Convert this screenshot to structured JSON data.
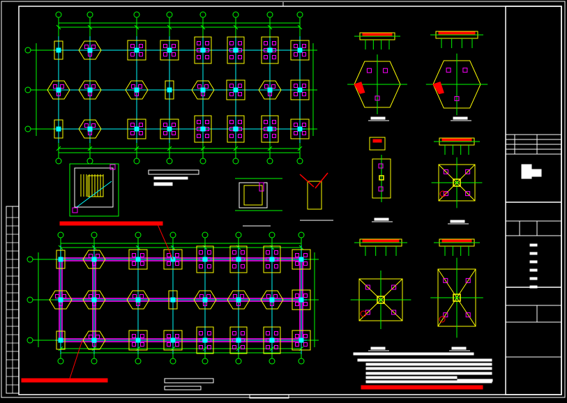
{
  "drawing": {
    "background": "#000000",
    "border_color": "#ffffff",
    "colors": {
      "grid": "#00ff00",
      "axis_line": "#00ffff",
      "footing": "#ffff00",
      "pile": "#ff00ff",
      "beam": "#ff00ff",
      "highlight": "#ff0000",
      "text": "#ffffff"
    },
    "plan_top": {
      "title": "",
      "scale": ""
    },
    "plan_bottom": {
      "title": "",
      "scale": ""
    },
    "details": [
      {
        "id": "ZJC-1",
        "label": ""
      },
      {
        "id": "ZJC-2",
        "label": ""
      },
      {
        "id": "ZJC-3",
        "label": ""
      },
      {
        "id": "ZJC-4",
        "label": ""
      },
      {
        "id": "ZJC-5",
        "label": ""
      },
      {
        "id": "ZJC-6",
        "label": ""
      }
    ],
    "title_block": {
      "logo": "logo-stamp",
      "rows": 6
    }
  }
}
